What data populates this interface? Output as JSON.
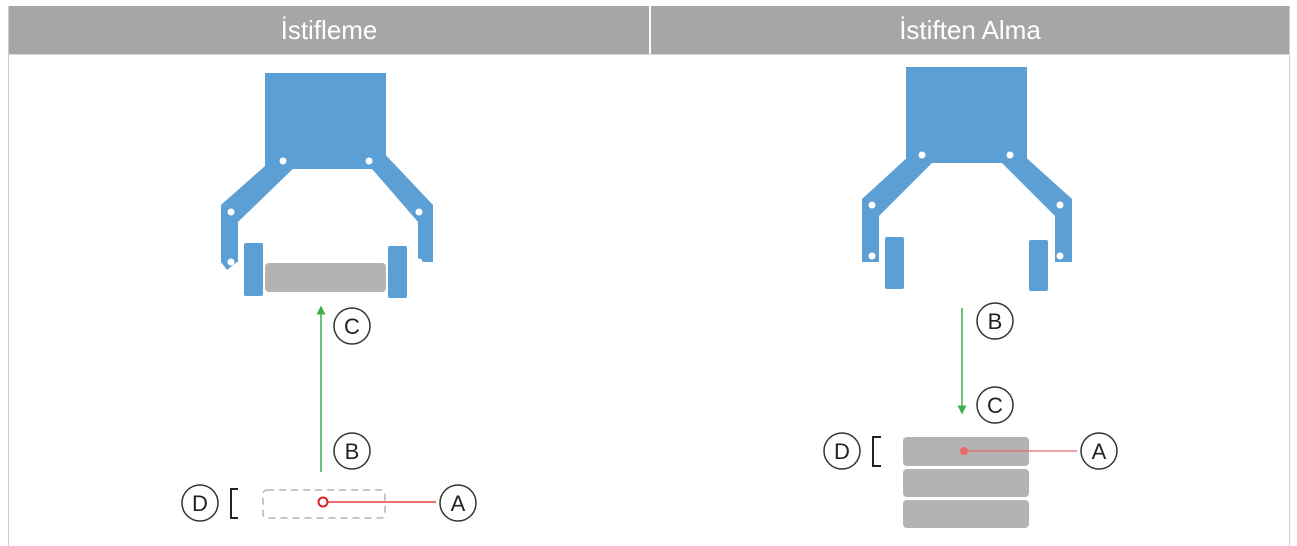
{
  "panels": [
    {
      "title": "İstifleme"
    },
    {
      "title": "İstiften Alma"
    }
  ],
  "labels": {
    "a": "A",
    "b": "B",
    "c": "C",
    "d": "D"
  },
  "colors": {
    "header": "#a6a6a6",
    "gripper": "#5b9fd4",
    "part": "#b3b3b3",
    "arrow": "#3fae49",
    "leader": "#e04b4b"
  }
}
